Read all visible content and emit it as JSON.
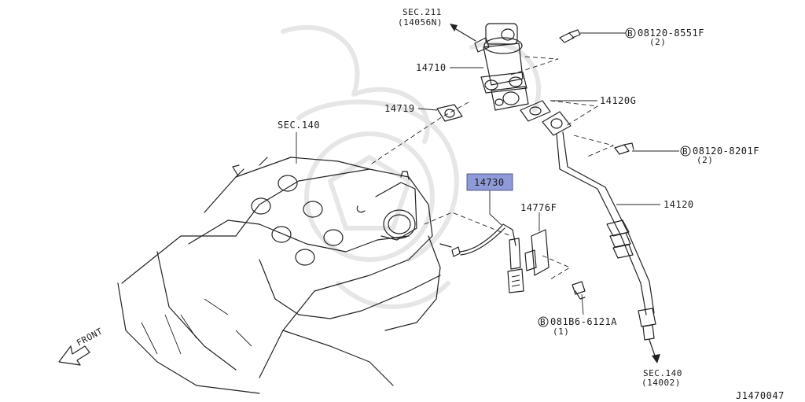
{
  "callouts": {
    "sec211": "SEC.211",
    "sec211_ref": "(14056N)",
    "p14710": "14710",
    "p14719": "14719",
    "sec140_top": "SEC.140",
    "p14730": "14730",
    "p14776f": "14776F",
    "p14120g": "14120G",
    "p14120": "14120",
    "bolt1_code": "08120-8551F",
    "bolt1_qty": "(2)",
    "bolt2_code": "08120-8201F",
    "bolt2_qty": "(2)",
    "bolt3_code": "081B6-6121A",
    "bolt3_qty": "(1)",
    "sec140_bottom": "SEC.140",
    "sec140_bottom_ref": "(14002)",
    "front": "FRONT",
    "bolt_symbol": "B"
  },
  "highlight": {
    "part": "14730",
    "color": "#8f9ad8"
  },
  "diagram_id": "J1470047"
}
